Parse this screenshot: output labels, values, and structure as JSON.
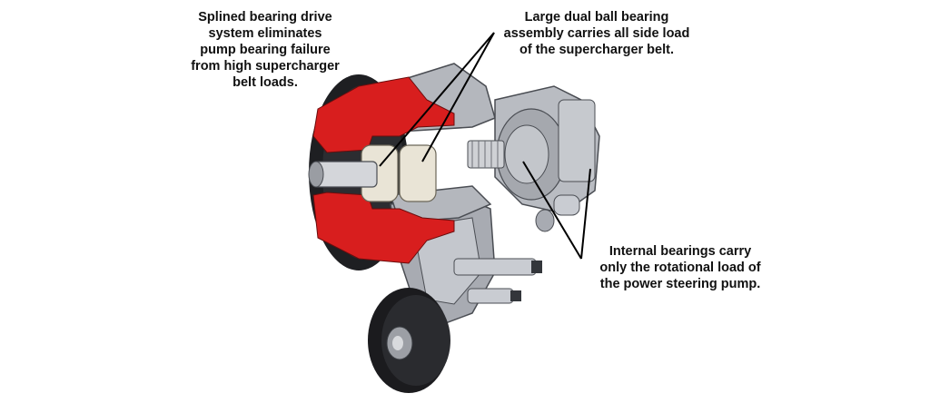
{
  "annotations": {
    "splined": {
      "lines": [
        "Splined bearing drive",
        "system eliminates",
        "pump bearing failure",
        "from high supercharger",
        "belt loads."
      ]
    },
    "dual_ball": {
      "lines": [
        "Large dual ball bearing",
        "assembly carries all side load",
        "of the supercharger belt."
      ]
    },
    "internal": {
      "lines": [
        "Internal bearings carry",
        "only the rotational load of",
        "the power steering pump."
      ]
    }
  },
  "colors": {
    "cutaway_red": "#d81e1e",
    "metal": "#b9bcc2",
    "dark_metal": "#5c6068",
    "pulley_black": "#1b1b1e",
    "leader_line": "#000000"
  }
}
